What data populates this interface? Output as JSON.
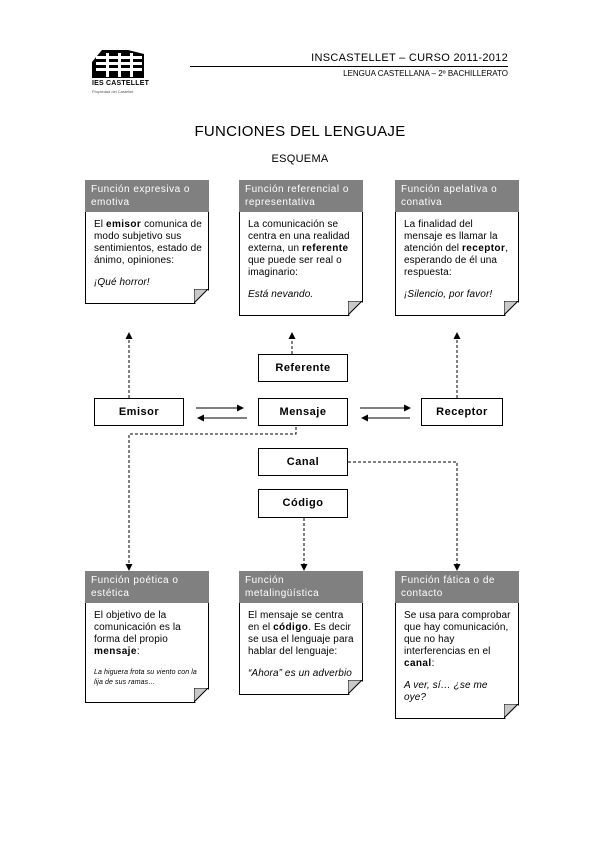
{
  "logo": {
    "name": "IES CASTELLET",
    "sub": "Propiedad del Castellet"
  },
  "header": {
    "line1": "INSCASTELLET – CURSO 2011-2012",
    "line2": "LENGUA CASTELLANA – 2º BACHILLERATO"
  },
  "title": "FUNCIONES DEL LENGUAJE",
  "subtitle": "ESQUEMA",
  "cards": {
    "expresiva": {
      "heading": "Función expresiva o emotiva",
      "pre": "El ",
      "key": "emisor",
      "post": " comunica de modo subjetivo sus sentimientos, estado de ánimo, opiniones:",
      "example": "¡Qué horror!"
    },
    "referencial": {
      "heading": "Función referencial o representativa",
      "pre": "La comunicación se centra en una realidad externa, un ",
      "key": "referente",
      "post": " que puede ser real o imaginario:",
      "example": "Está nevando."
    },
    "apelativa": {
      "heading": "Función apelativa o conativa",
      "pre": "La finalidad del mensaje es llamar la atención del ",
      "key": "receptor",
      "post": ", esperando de él una respuesta:",
      "example": "¡Silencio, por favor!"
    },
    "poetica": {
      "heading": "Función poética o estética",
      "pre": "El objetivo de la comunicación es la forma del propio ",
      "key": "mensaje",
      "post": ":",
      "example": "La higuera frota su viento con la lija de sus ramas…"
    },
    "metalinguistica": {
      "heading": "Función metalingüística",
      "pre": "El mensaje se centra en el ",
      "key": "código",
      "post": ". Es decir se usa el lenguaje para hablar del lenguaje:",
      "example": "“Ahora” es un adverbio"
    },
    "fatica": {
      "heading": "Función fática o de contacto",
      "pre": "Se usa para comprobar que hay comunicación, que no hay interferencias en el ",
      "key": "canal",
      "post": ":",
      "example": "A ver, sí… ¿se me oye?"
    }
  },
  "nodes": {
    "referente": "Referente",
    "emisor": "Emisor",
    "mensaje": "Mensaje",
    "receptor": "Receptor",
    "canal": "Canal",
    "codigo": "Código"
  }
}
